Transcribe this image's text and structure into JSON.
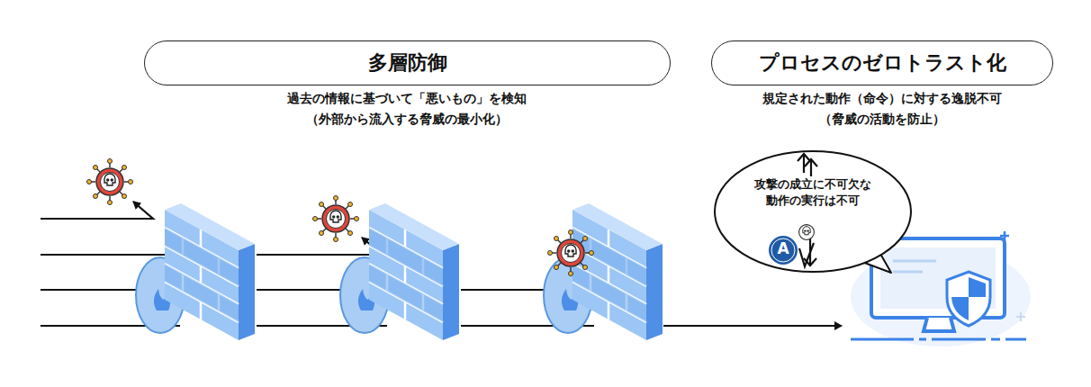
{
  "diagram": {
    "nodes": [
      {
        "text": [
          "多層防御"
        ]
      },
      {
        "text": [
          "プロセスのゼロトラスト化"
        ]
      },
      {
        "text": [
          "攻撃の成立に不可欠な 動作の実行は不可"
        ]
      }
    ],
    "labels": [
      "過去の情報に基づいて「悪いもの」を検知",
      "（外部から流入する脅威の最小化）",
      "規定された動作（命令）に対する逸脱不可",
      "（脅威の活動を防止）",
      "A"
    ]
  }
}
